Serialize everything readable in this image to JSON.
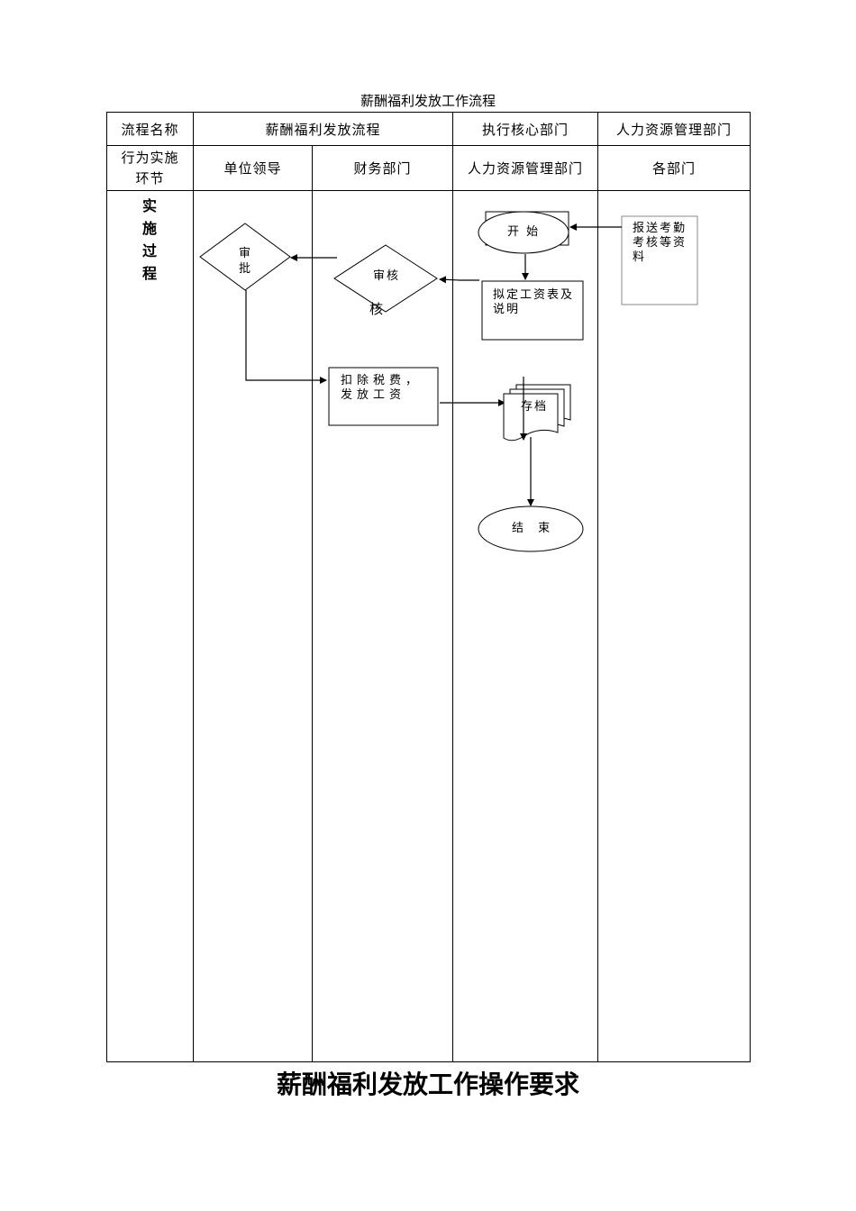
{
  "title": "薪酬福利发放工作流程",
  "table": {
    "header1": {
      "col1": "流程名称",
      "col2": "薪酬福利发放流程",
      "col3": "执行核心部门",
      "col4": "人力资源管理部门"
    },
    "header2": {
      "col1_line1": "行为实施",
      "col1_line2": "环节",
      "col2": "单位领导",
      "col3": "财务部门",
      "col4": "人力资源管理部门",
      "col5": "各部门"
    },
    "body_label": [
      "实",
      "施",
      "过",
      "程"
    ]
  },
  "nodes": {
    "start": "开 始",
    "attendance": "报送考勤考核等资料",
    "draft": "拟定工资表及说明",
    "review": "审核",
    "review_stray": "核",
    "approve_1": "审",
    "approve_2": "批",
    "pay": "扣除税费，发放工资",
    "archive": "存档",
    "end": "结 束"
  },
  "bottom_title": "薪酬福利发放工作操作要求"
}
